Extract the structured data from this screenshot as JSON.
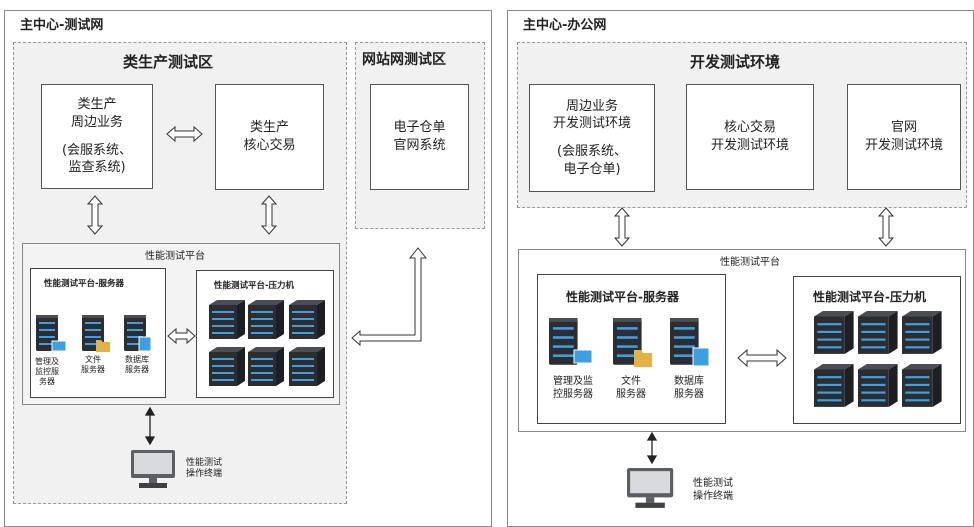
{
  "left": {
    "title": "主中心-测试网",
    "zone_production": {
      "title": "类生产测试区",
      "box_peripheral": {
        "line1": "类生产",
        "line2": "周边业务",
        "line3": "(会服系统、",
        "line4": "监查系统)"
      },
      "box_core": {
        "line1": "类生产",
        "line2": "核心交易"
      }
    },
    "zone_website": {
      "title": "网站网测试区",
      "box": {
        "line1": "电子仓单",
        "line2": "官网系统"
      }
    },
    "platform": {
      "title": "性能测试平台",
      "servers_title": "性能测试平台-服务器",
      "pressure_title": "性能测试平台-压力机",
      "server_mgmt": {
        "line1": "管理及",
        "line2": "监控服",
        "line3": "务器"
      },
      "server_file": {
        "line1": "文件",
        "line2": "服务器"
      },
      "server_db": {
        "line1": "数据库",
        "line2": "服务器"
      }
    },
    "terminal": {
      "line1": "性能测试",
      "line2": "操作终端"
    }
  },
  "right": {
    "title": "主中心-办公网",
    "zone_dev": {
      "title": "开发测试环境",
      "box_peripheral": {
        "line1": "周边业务",
        "line2": "开发测试环境",
        "line3": "(会服系统、",
        "line4": "电子仓单)"
      },
      "box_core": {
        "line1": "核心交易",
        "line2": "开发测试环境"
      },
      "box_site": {
        "line1": "官网",
        "line2": "开发测试环境"
      }
    },
    "platform": {
      "title": "性能测试平台",
      "servers_title": "性能测试平台-服务器",
      "pressure_title": "性能测试平台-压力机",
      "server_mgmt": {
        "line1": "管理及监",
        "line2": "控服务器"
      },
      "server_file": {
        "line1": "文件",
        "line2": "服务器"
      },
      "server_db": {
        "line1": "数据库",
        "line2": "服务器"
      }
    },
    "terminal": {
      "line1": "性能测试",
      "line2": "操作终端"
    }
  },
  "colors": {
    "zone_bg": "#f1f1f1",
    "server_dark": "#2b2d30",
    "server_led": "#3d9ee0",
    "folder": "#e2b247"
  },
  "icons": [
    "server-icon",
    "folder-icon",
    "database-icon",
    "monitor-icon",
    "computer-icon"
  ]
}
